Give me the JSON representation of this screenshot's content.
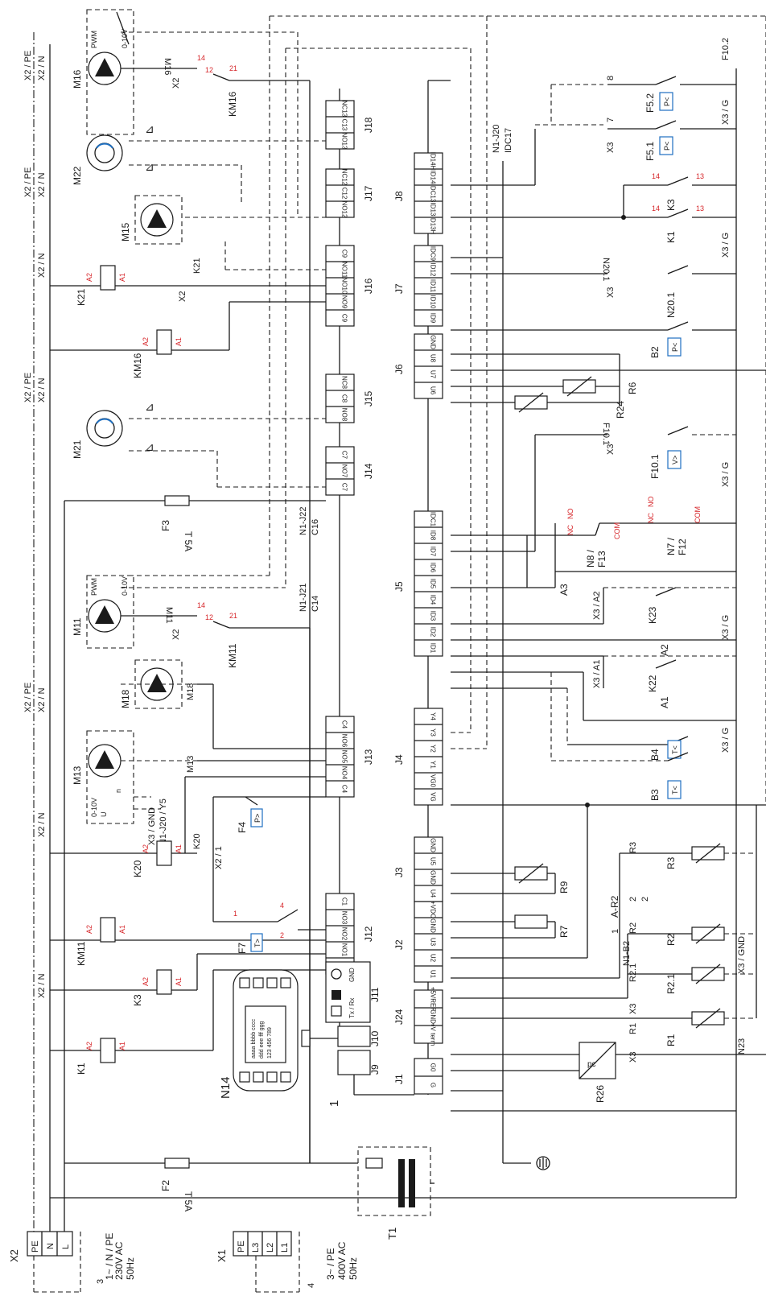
{
  "labels": {
    "x2": "X2",
    "x1": "X1",
    "x2_terminals": [
      "PE",
      "N",
      "L"
    ],
    "x1_terminals": [
      "PE",
      "L3",
      "L2",
      "L1"
    ],
    "supply1_line1": "1~ / N / PE",
    "supply1_line2": "230V AC",
    "supply1_line3": "50Hz",
    "supply3_line1": "3~ / PE",
    "supply3_line2": "400V AC",
    "supply3_line3": "50Hz",
    "cable3": "3",
    "cable4": "4",
    "x2pe_a": "X2 / PE",
    "x2n_a": "X2 / N",
    "x2pe_b": "X2 / PE",
    "x2n_b": "X2 / N",
    "x2n_c": "X2 / N",
    "x2pe_c": "X2 / PE",
    "x2n_d": "X2 / N",
    "x2pe_d": "X2 / PE",
    "x2n_e": "X2 / N",
    "x2n_f": "X2 / N",
    "x2n_g": "X2 / N",
    "m16": "M16",
    "m16_rev": "M16",
    "m22": "M22",
    "m15": "M15",
    "m21": "M21",
    "m11": "M11",
    "m11_rev": "M11",
    "m18": "M18",
    "m18_term": "M18",
    "m13": "M13",
    "m13_term": "M13",
    "k21": "K21",
    "k21_term": "K21",
    "km16": "KM16",
    "km16b": "KM16",
    "km11": "KM11",
    "km11b": "KM11",
    "k20": "K20",
    "k20_term": "K20",
    "k3": "K3",
    "k1": "K1",
    "k3r": "K3",
    "k1r": "K1",
    "f3": "F3",
    "f3_val": "T 5A",
    "f2": "F2",
    "f2_val": "T 5A",
    "f4": "F4",
    "f7": "F7",
    "x21": "X2 / 1",
    "x2_1": "X2",
    "x2_2": "X2",
    "x2_3": "X2",
    "pwm": "PWM",
    "v010": "0-10V",
    "v010b": "0-10V",
    "u": "U",
    "n": "n",
    "x3gnd": "X3 / GND",
    "n1j20y5": "N1-J20 / Y5",
    "n14": "N14",
    "n1": "1",
    "t1": "T1",
    "n14_line1": "aaaa bbbb cccc",
    "n14_line2": "ddd eee fff ggg",
    "n14_line3": "123 456 789",
    "j18": "J18",
    "j17": "J17",
    "j16": "J16",
    "j15": "J15",
    "j14": "J14",
    "j13": "J13",
    "j12": "J12",
    "j11": "J11",
    "j10": "J10",
    "j9": "J9",
    "j8": "J8",
    "j7": "J7",
    "j6": "J6",
    "j5": "J5",
    "j4": "J4",
    "j3": "J3",
    "j2": "J2",
    "j24": "J24",
    "j1": "J1",
    "n1j22": "N1-J22",
    "c16": "C16",
    "n1j21": "N1-J21",
    "c14": "C14",
    "n1j20": "N1-J20",
    "idc17": "IDC17",
    "f10_2": "F10.2",
    "x3g_1": "X3 / G",
    "x3g_2": "X3 / G",
    "x3g_3": "X3 / G",
    "x3g_4": "X3 / G",
    "x3g_5": "X3 / G",
    "x3_8": "8",
    "x3_7": "7",
    "x3a": "X3",
    "f5_2": "F5.2",
    "f5_1": "F5.1",
    "pgt": "P<",
    "pgt2": "P<",
    "pgt3": "P<",
    "pf4": "P>",
    "tf7": "T>",
    "n20_1_rev": "N20.1",
    "n20_1": "N20.1",
    "x3b": "X3",
    "b2": "B2",
    "r6": "R6",
    "r24": "R24",
    "x3c": "X3",
    "f10_1_rev": "F10.1",
    "f10_1": "F10.1",
    "vgt": "V>",
    "nc": "NC",
    "no": "NO",
    "com": "COM",
    "n8f13_1": "N8 /",
    "n8f13_2": "F13",
    "n7f12_1": "N7 /",
    "n7f12_2": "F12",
    "a3": "A3",
    "x3a2": "X3 / A2",
    "k23": "K23",
    "a2": "A2",
    "x3a1": "X3 / A1",
    "k22": "K22",
    "a1": "A1",
    "b4": "B4",
    "b3": "B3",
    "tlt": "T<",
    "tlt2": "T<",
    "r3": "R3",
    "r3b": "R3",
    "r2": "R2",
    "r2b": "R2",
    "r21": "R2.1",
    "r21b": "R2.1",
    "r1": "R1",
    "r1b": "R1",
    "x3d": "X3",
    "x3e": "X3",
    "x3gnd2": "X3 / GND",
    "ar2": "A-R2",
    "n1b2": "N1-B2",
    "n2": "2",
    "n2b": "2",
    "r9": "R9",
    "r7": "R7",
    "r26": "R26",
    "pc": "pc",
    "n23": "N23",
    "gnd": "GND",
    "txrx": "Tx / Rx",
    "red12": "12",
    "red14": "14",
    "red21": "21",
    "red13": "13",
    "redA1": "A1",
    "redA2": "A2",
    "red1": "1",
    "red2": "2",
    "red4": "4"
  },
  "modules": {
    "j18": [
      "NC13",
      "C13",
      "NO13"
    ],
    "j17": [
      "NC12",
      "C12",
      "NO12"
    ],
    "j16": [
      "C9",
      "NO11",
      "NO10",
      "NO9",
      "C9"
    ],
    "j15": [
      "NC8",
      "C8",
      "NO8"
    ],
    "j14": [
      "C7",
      "NO7",
      "C7"
    ],
    "j13": [
      "C4",
      "NO6",
      "NO5",
      "NO4",
      "C4"
    ],
    "j12": [
      "C1",
      "NO3",
      "NO2",
      "NO1",
      "C1"
    ],
    "j8": [
      "ID14H",
      "ID14",
      "IDC13",
      "ID13",
      "ID13H"
    ],
    "j7": [
      "IDC9",
      "ID12",
      "ID11",
      "ID10",
      "ID9"
    ],
    "j6": [
      "GND",
      "U8",
      "U7",
      "U6"
    ],
    "j5": [
      "IDC1",
      "ID8",
      "ID7",
      "ID6",
      "ID5",
      "ID4",
      "ID3",
      "ID2",
      "ID1"
    ],
    "j4": [
      "Y4",
      "Y3",
      "Y2",
      "Y1",
      "VG0",
      "VG"
    ],
    "j3": [
      "GND",
      "U5",
      "GND",
      "U4"
    ],
    "j2": [
      "+VDC",
      "GND",
      "U3",
      "U2",
      "U1"
    ],
    "j24": [
      "+5VREF",
      "GND",
      "+V term"
    ],
    "j1": [
      "G0",
      "G"
    ]
  },
  "colors": {
    "line": "#1a1a1a",
    "red": "#d6262a",
    "blue": "#1e6fc0"
  }
}
